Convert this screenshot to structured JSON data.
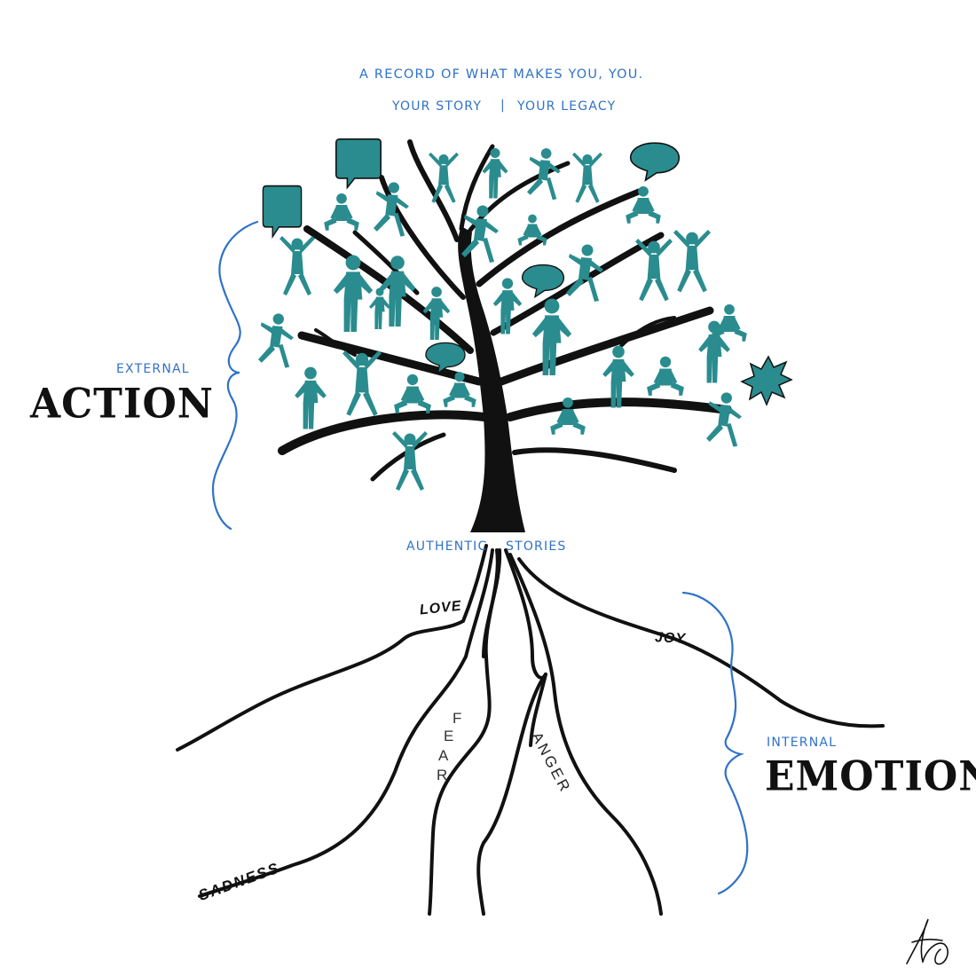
{
  "header": {
    "tagline": "A RECORD OF WHAT MAKES YOU, YOU.",
    "story": "YOUR STORY",
    "separator": "|",
    "legacy": "YOUR LEGACY"
  },
  "left_panel": {
    "small_label": "EXTERNAL",
    "big_label": "ACTION"
  },
  "right_panel": {
    "small_label": "INTERNAL",
    "big_label": "EMOTION"
  },
  "trunk_base": {
    "left_word": "AUTHENTIC",
    "right_word": "STORIES"
  },
  "roots": {
    "love": "LOVE",
    "joy": "JOY",
    "sadness": "SADNESS",
    "anger": "ANGER",
    "fear_letters": [
      "F",
      "E",
      "A",
      "R"
    ]
  },
  "colors": {
    "figure_teal": "#2a8c8e",
    "accent_blue": "#2f72c8",
    "ink": "#111111"
  },
  "icons": {
    "figures": "person-silhouette-icon",
    "bubbles": "speech-bubble-icon",
    "burst": "exclamation-burst-icon",
    "signature": "signature-icon"
  }
}
